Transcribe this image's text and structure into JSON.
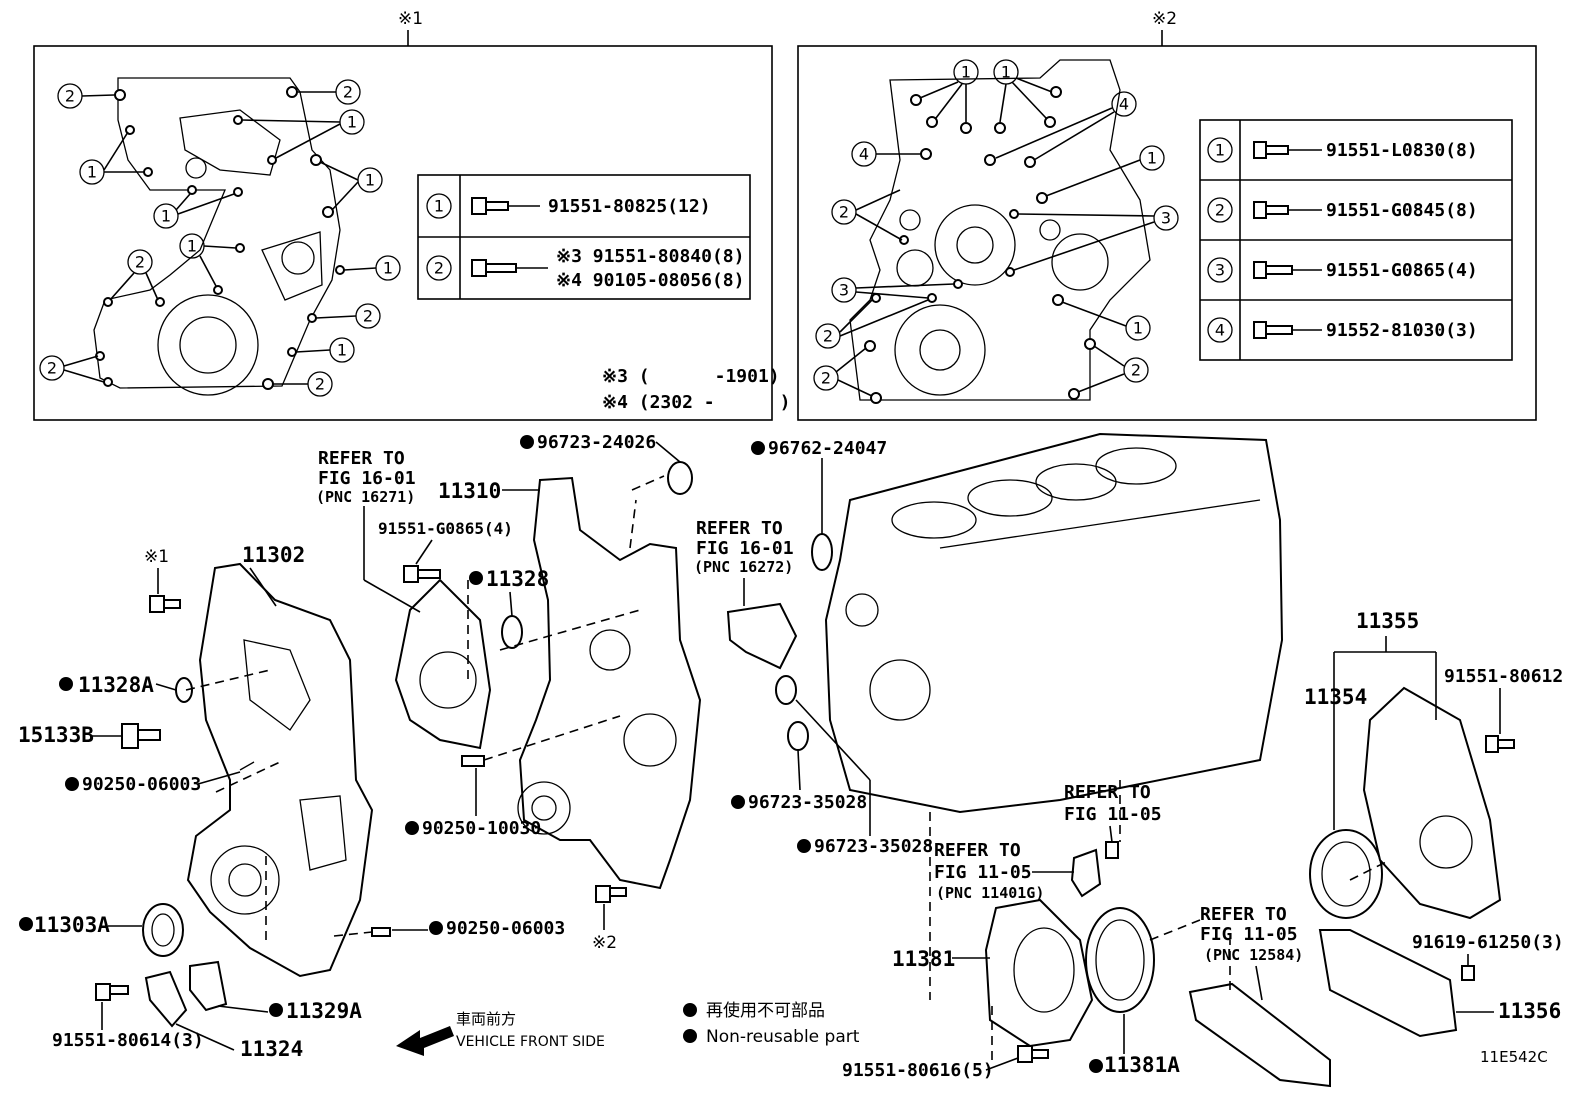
{
  "panel1": {
    "mark": "※1",
    "callouts": [
      "1",
      "2"
    ],
    "table": [
      {
        "num": "1",
        "part": "91551-80825(12)"
      },
      {
        "num": "2",
        "part_a": "※3 91551-80840(8)",
        "part_b": "※4 90105-08056(8)"
      }
    ],
    "note_a": "※3 (      -1901)",
    "note_b": "※4 (2302 -      )"
  },
  "panel2": {
    "mark": "※2",
    "table": [
      {
        "num": "1",
        "part": "91551-L0830(8)"
      },
      {
        "num": "2",
        "part": "91551-G0845(8)"
      },
      {
        "num": "3",
        "part": "91551-G0865(4)"
      },
      {
        "num": "4",
        "part": "91552-81030(3)"
      }
    ]
  },
  "labels": {
    "p96723_24026": "96723-24026",
    "p96762_24047": "96762-24047",
    "refer_a1": "REFER TO",
    "refer_a2": "FIG 16-01",
    "refer_a3": "(PNC 16271)",
    "p11310": "11310",
    "p91551_G0865": "91551-G0865(4)",
    "p11328": "11328",
    "refer_b1": "REFER TO",
    "refer_b2": "FIG 16-01",
    "refer_b3": "(PNC 16272)",
    "mark1": "※1",
    "p11302": "11302",
    "p11328A": "11328A",
    "p15133B": "15133B",
    "p90250_06003a": "90250-06003",
    "p90250_10030": "90250-10030",
    "p96723_35028a": "96723-35028",
    "p96723_35028b": "96723-35028",
    "p11303A": "11303A",
    "p90250_06003b": "90250-06003",
    "mark2": "※2",
    "p11329A": "11329A",
    "p91551_80614": "91551-80614(3)",
    "p11324": "11324",
    "refer_c1": "REFER TO",
    "refer_c2": "FIG 11-05",
    "refer_d1": "REFER TO",
    "refer_d2": "FIG 11-05",
    "refer_d3": "(PNC 11401G)",
    "p11381": "11381",
    "p91551_80616": "91551-80616(5)",
    "p11381A": "11381A",
    "p11355": "11355",
    "p11354": "11354",
    "p91551_80612": "91551-80612",
    "refer_e1": "REFER TO",
    "refer_e2": "FIG 11-05",
    "refer_e3": "(PNC 12584)",
    "p91619_61250": "91619-61250(3)",
    "p11356": "11356",
    "legend_jp": "再使用不可部品",
    "legend_en": "Non-reusable part",
    "front_jp": "車両前方",
    "front_en": "VEHICLE FRONT SIDE",
    "fig_code": "11E542C"
  }
}
